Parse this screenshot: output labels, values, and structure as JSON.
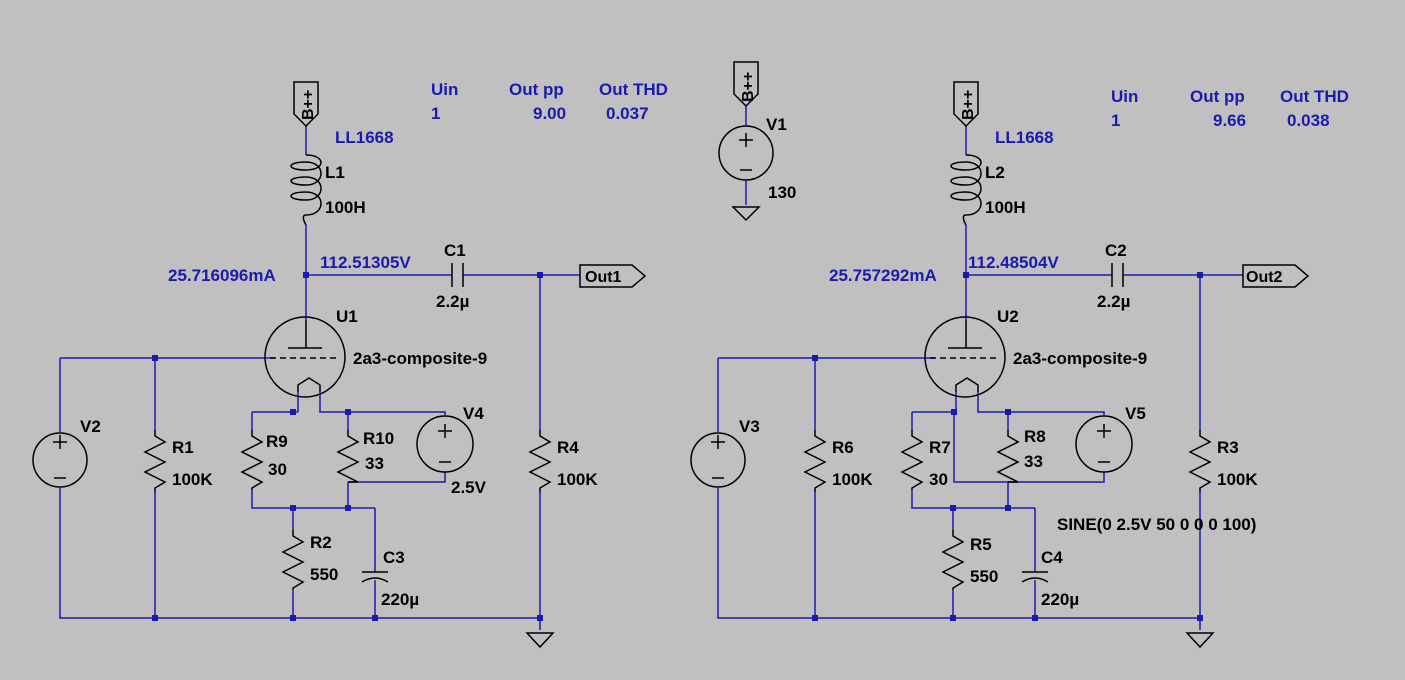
{
  "stage1": {
    "tube": {
      "ref": "U1",
      "model": "2a3-composite-9"
    },
    "choke": {
      "ref": "L1",
      "model": "LL1668",
      "value": "100H"
    },
    "coupling_cap": {
      "ref": "C1",
      "value": "2.2µ"
    },
    "output_flag": "Out1",
    "plate_current": "25.716096mA",
    "plate_voltage": "112.51305V",
    "v_input": {
      "ref": "V2"
    },
    "r_grid": {
      "ref": "R1",
      "value": "100K"
    },
    "r_fil_a": {
      "ref": "R9",
      "value": "30"
    },
    "r_fil_b": {
      "ref": "R10",
      "value": "33"
    },
    "v_fil": {
      "ref": "V4",
      "value": "2.5V"
    },
    "r_bias": {
      "ref": "R2",
      "value": "550"
    },
    "c_bypass": {
      "ref": "C3",
      "value": "220µ"
    },
    "r_load": {
      "ref": "R4",
      "value": "100K"
    },
    "results": {
      "h_uin": "Uin",
      "h_outpp": "Out pp",
      "h_thd": "Out THD",
      "uin": "1",
      "outpp": "9.00",
      "thd": "0.037"
    }
  },
  "stage2": {
    "tube": {
      "ref": "U2",
      "model": "2a3-composite-9"
    },
    "choke": {
      "ref": "L2",
      "model": "LL1668",
      "value": "100H"
    },
    "coupling_cap": {
      "ref": "C2",
      "value": "2.2µ"
    },
    "output_flag": "Out2",
    "plate_current": "25.757292mA",
    "plate_voltage": "112.48504V",
    "v_input": {
      "ref": "V3"
    },
    "r_grid": {
      "ref": "R6",
      "value": "100K"
    },
    "r_fil_a": {
      "ref": "R7",
      "value": "30"
    },
    "r_fil_b": {
      "ref": "R8",
      "value": "33"
    },
    "v_fil": {
      "ref": "V5",
      "value": "SINE(0 2.5V 50 0 0 0 100)"
    },
    "r_bias": {
      "ref": "R5",
      "value": "550"
    },
    "c_bypass": {
      "ref": "C4",
      "value": "220µ"
    },
    "r_load": {
      "ref": "R3",
      "value": "100K"
    },
    "results": {
      "h_uin": "Uin",
      "h_outpp": "Out pp",
      "h_thd": "Out THD",
      "uin": "1",
      "outpp": "9.66",
      "thd": "0.038"
    }
  },
  "supply": {
    "ref": "V1",
    "value": "130",
    "net_label": "B++"
  },
  "colors": {
    "wire": "#1a1ab0",
    "component": "#000000",
    "background": "#c0c0c0"
  }
}
